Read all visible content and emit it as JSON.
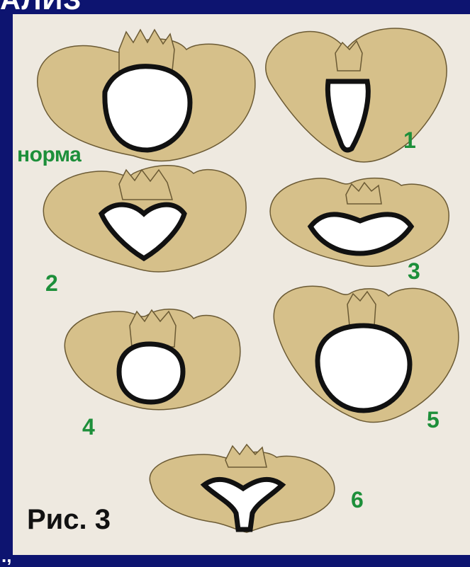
{
  "slide": {
    "top_text": "АЛИЗ",
    "bottom_text": ".,"
  },
  "figure": {
    "caption": "Рис. 3",
    "labels": {
      "norm": "норма",
      "n1": "1",
      "n2": "2",
      "n3": "3",
      "n4": "4",
      "n5": "5",
      "n6": "6"
    },
    "colors": {
      "bone": "#d6c08a",
      "outline": "#111111",
      "opening": "#ffffff",
      "label": "#1d8f3a",
      "background": "#eee9e0",
      "slide_bg": "#0d1470"
    }
  }
}
